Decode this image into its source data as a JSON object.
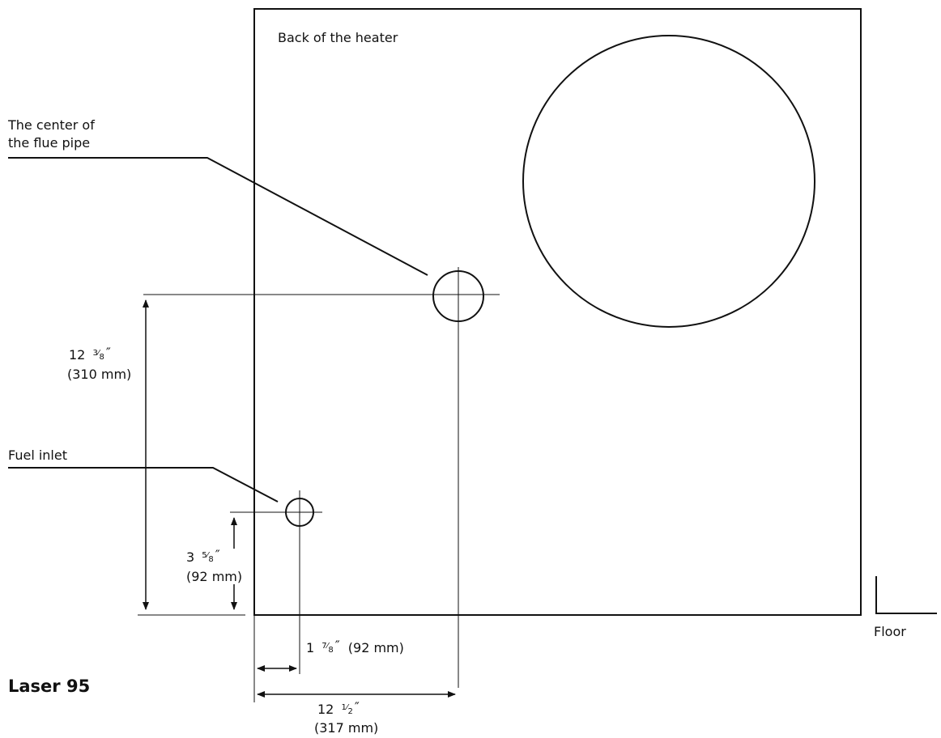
{
  "diagram": {
    "back_label": "Back of the heater",
    "flue_label_line1": "The center of",
    "flue_label_line2": "the flue pipe",
    "fuel_label": "Fuel inlet",
    "dim_flue_height": {
      "whole": "12",
      "frac_num": "3",
      "frac_den": "8",
      "unit_mark": "″",
      "metric": "(310 mm)"
    },
    "dim_fuel_height": {
      "whole": "3",
      "frac_num": "5",
      "frac_den": "8",
      "unit_mark": "″",
      "metric": "(92 mm)"
    },
    "dim_fuel_offset": {
      "whole": "1",
      "frac_num": "7",
      "frac_den": "8",
      "unit_mark": "″",
      "metric": "(92 mm)"
    },
    "dim_flue_offset": {
      "whole": "12",
      "frac_num": "1",
      "frac_den": "2",
      "unit_mark": "″",
      "metric": "(317 mm)"
    },
    "floor_label": "Floor",
    "model_label": "Laser 95"
  }
}
